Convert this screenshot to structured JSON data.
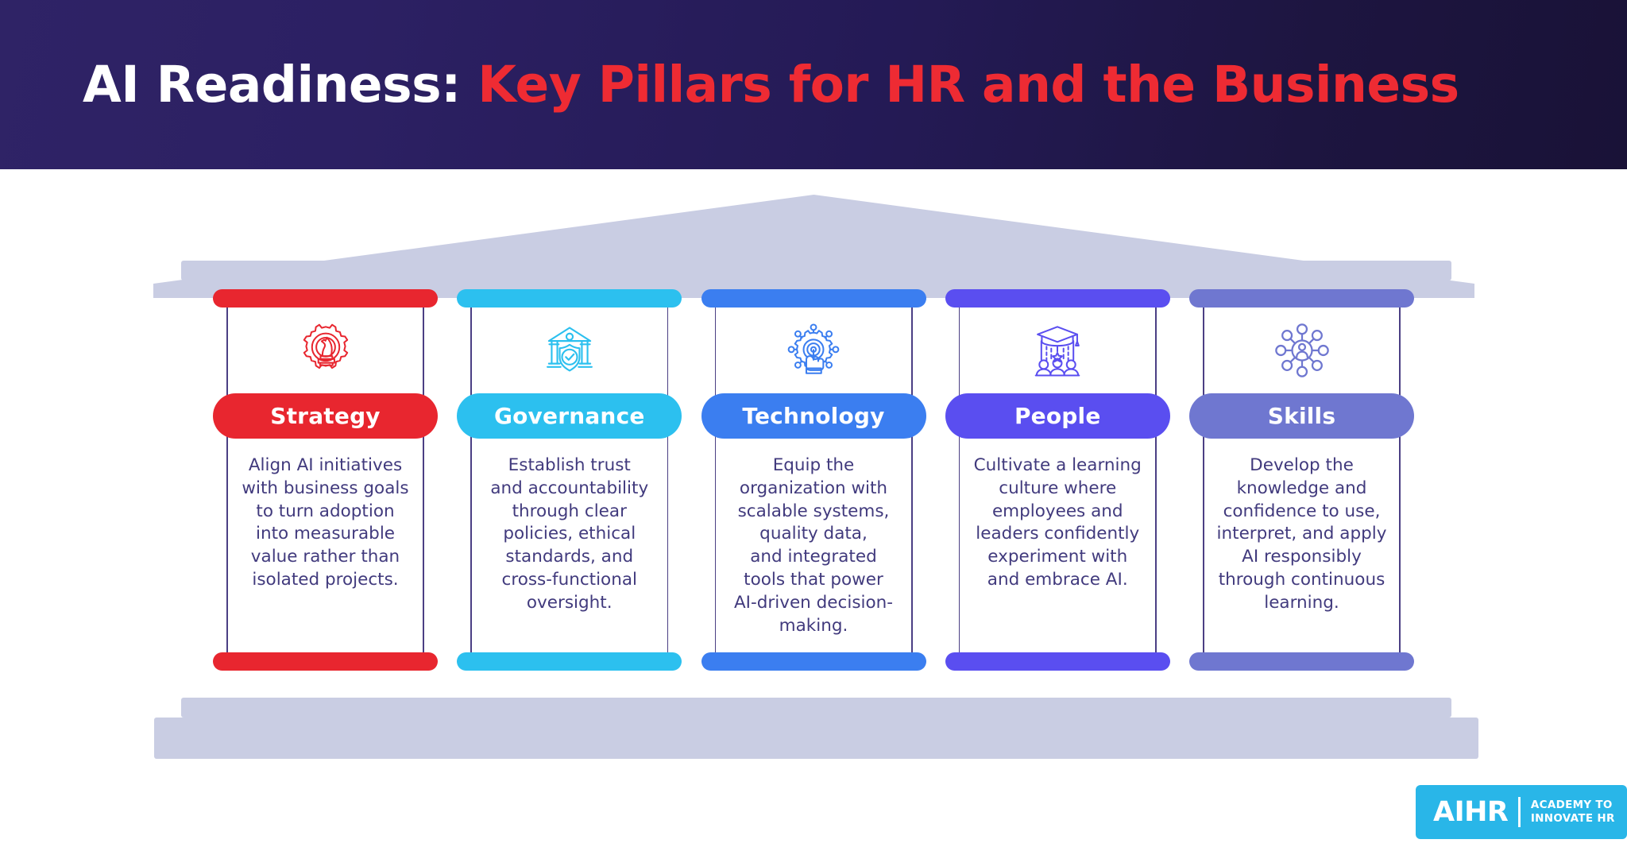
{
  "header": {
    "title_part1": "AI Readiness: ",
    "title_part2": "Key Pillars for HR and the Business",
    "background_color": "#241a55",
    "accent_color": "#ee2b33"
  },
  "structure": {
    "shape": "temple-pediment-and-columns",
    "stone_color": "#c9cde3",
    "shaft_line_color": "#4b3f84",
    "body_text_color": "#413a7d"
  },
  "pillars": [
    {
      "name": "Strategy",
      "color": "#e8262f",
      "icon": "gear-chess-knight-icon",
      "description": "Align AI initiatives\nwith business goals\nto turn adoption\ninto measurable\nvalue rather than\nisolated projects."
    },
    {
      "name": "Governance",
      "color": "#2cc0ef",
      "icon": "bank-shield-check-icon",
      "description": "Establish trust\nand accountability\nthrough clear\npolicies, ethical\nstandards, and\ncross-functional\noversight."
    },
    {
      "name": "Technology",
      "color": "#3b7ef0",
      "icon": "gear-network-hand-icon",
      "description": "Equip the\norganization with\nscalable systems,\nquality data,\nand integrated\ntools that power\nAI-driven decision-\nmaking."
    },
    {
      "name": "People",
      "color": "#5a4ef0",
      "icon": "graduation-cap-people-icon",
      "description": "Cultivate a learning\nculture where\nemployees and\nleaders confidently\nexperiment with\nand embrace AI."
    },
    {
      "name": "Skills",
      "color": "#6f77d0",
      "icon": "person-network-hub-icon",
      "description": "Develop the\nknowledge and\nconfidence to use,\ninterpret, and apply\nAI responsibly\nthrough continuous\nlearning."
    }
  ],
  "logo": {
    "main": "AIHR",
    "sub": "ACADEMY TO\nINNOVATE HR",
    "background_color": "#29b6e8"
  }
}
